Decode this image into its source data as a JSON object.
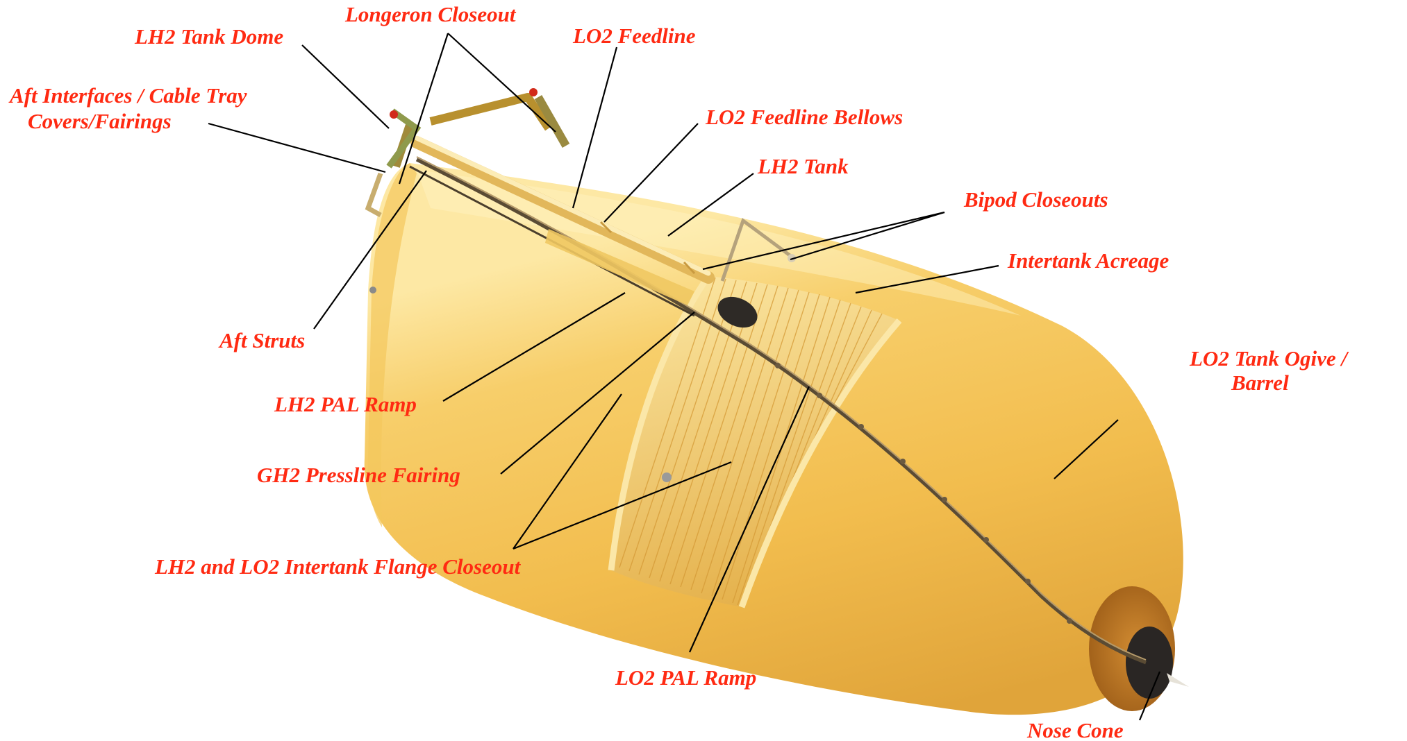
{
  "labels": {
    "longeron_closeout": "Longeron Closeout",
    "lh2_tank_dome": "LH2 Tank Dome",
    "lo2_feedline": "LO2 Feedline",
    "aft_interfaces_line1": "Aft Interfaces / Cable Tray",
    "aft_interfaces_line2": "Covers/Fairings",
    "lo2_feedline_bellows": "LO2 Feedline Bellows",
    "lh2_tank": "LH2 Tank",
    "bipod_closeouts": "Bipod Closeouts",
    "intertank_acreage": "Intertank Acreage",
    "lo2_tank_ogive_line1": "LO2 Tank Ogive /",
    "lo2_tank_ogive_line2": "Barrel",
    "aft_struts": "Aft Struts",
    "lh2_pal_ramp": "LH2 PAL Ramp",
    "gh2_pressline_fairing": "GH2 Pressline Fairing",
    "intertank_flange_closeout": "LH2 and LO2 Intertank Flange Closeout",
    "lo2_pal_ramp": "LO2 PAL Ramp",
    "nose_cone": "Nose Cone"
  },
  "colors": {
    "label_text": "#ff2a12",
    "tank_foam": "#f2bd4e",
    "intertank": "#eec45a",
    "nose_band": "#b9721e",
    "nose_cone": "#2a2624",
    "leader_lines": "#000000"
  }
}
